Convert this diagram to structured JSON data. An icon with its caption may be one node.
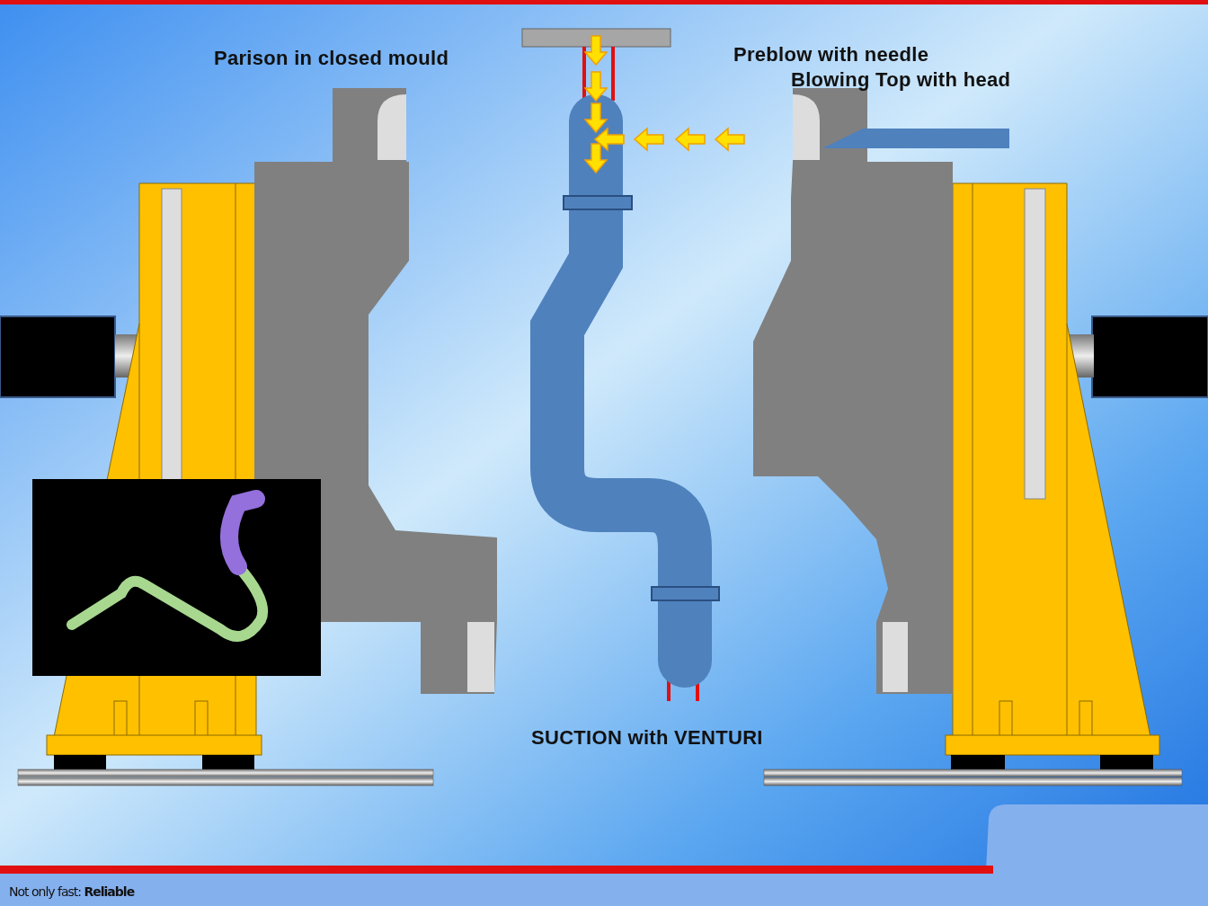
{
  "diagram": {
    "labels": [
      "Parison in closed mould",
      "Preblow with needle",
      "Blowing Top with head",
      "SUCTION with VENTURI",
      "Not only fast: **Reliable**"
    ]
  }
}
